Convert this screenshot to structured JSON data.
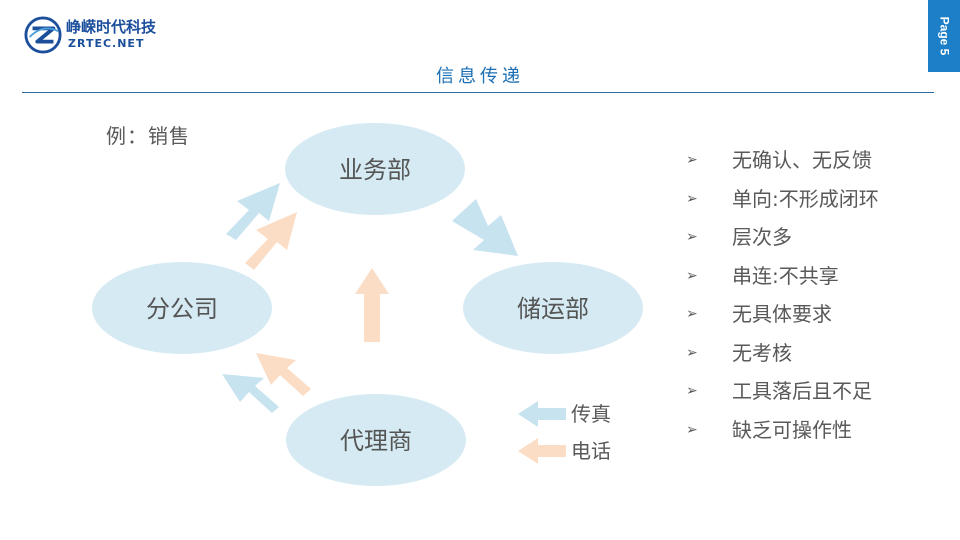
{
  "brand": {
    "name_cn": "峥嵘时代科技",
    "name_en": "ZRTEC.NET",
    "colors": {
      "primary": "#1b4f9c",
      "tab": "#1c7fc7",
      "title": "#1a6fb5",
      "node_fill": "#d5eaf3",
      "fax_arrow": "#c6e3ef",
      "phone_arrow": "#fbdcc4"
    }
  },
  "page_tab": "Page 5",
  "title": "信息传递",
  "example_label": "例：销售",
  "diagram": {
    "nodes": [
      {
        "id": "business",
        "label": "业务部"
      },
      {
        "id": "storage",
        "label": "储运部"
      },
      {
        "id": "agent",
        "label": "代理商"
      },
      {
        "id": "branch",
        "label": "分公司"
      }
    ],
    "edges": [
      {
        "from": "business",
        "to": "storage",
        "type": "fax"
      },
      {
        "from": "agent",
        "to": "business",
        "type": "phone"
      },
      {
        "from": "agent",
        "to": "branch",
        "type": "fax"
      },
      {
        "from": "agent",
        "to": "branch",
        "type": "phone"
      },
      {
        "from": "branch",
        "to": "business",
        "type": "fax"
      },
      {
        "from": "branch",
        "to": "business",
        "type": "phone"
      }
    ],
    "legend": [
      {
        "type": "fax",
        "label": "传真"
      },
      {
        "type": "phone",
        "label": "电话"
      }
    ]
  },
  "issues": {
    "bullet": "➢",
    "items": [
      "无确认、无反馈",
      "单向:不形成闭环",
      "层次多",
      "串连:不共享",
      "无具体要求",
      "无考核",
      "工具落后且不足",
      "缺乏可操作性"
    ]
  }
}
